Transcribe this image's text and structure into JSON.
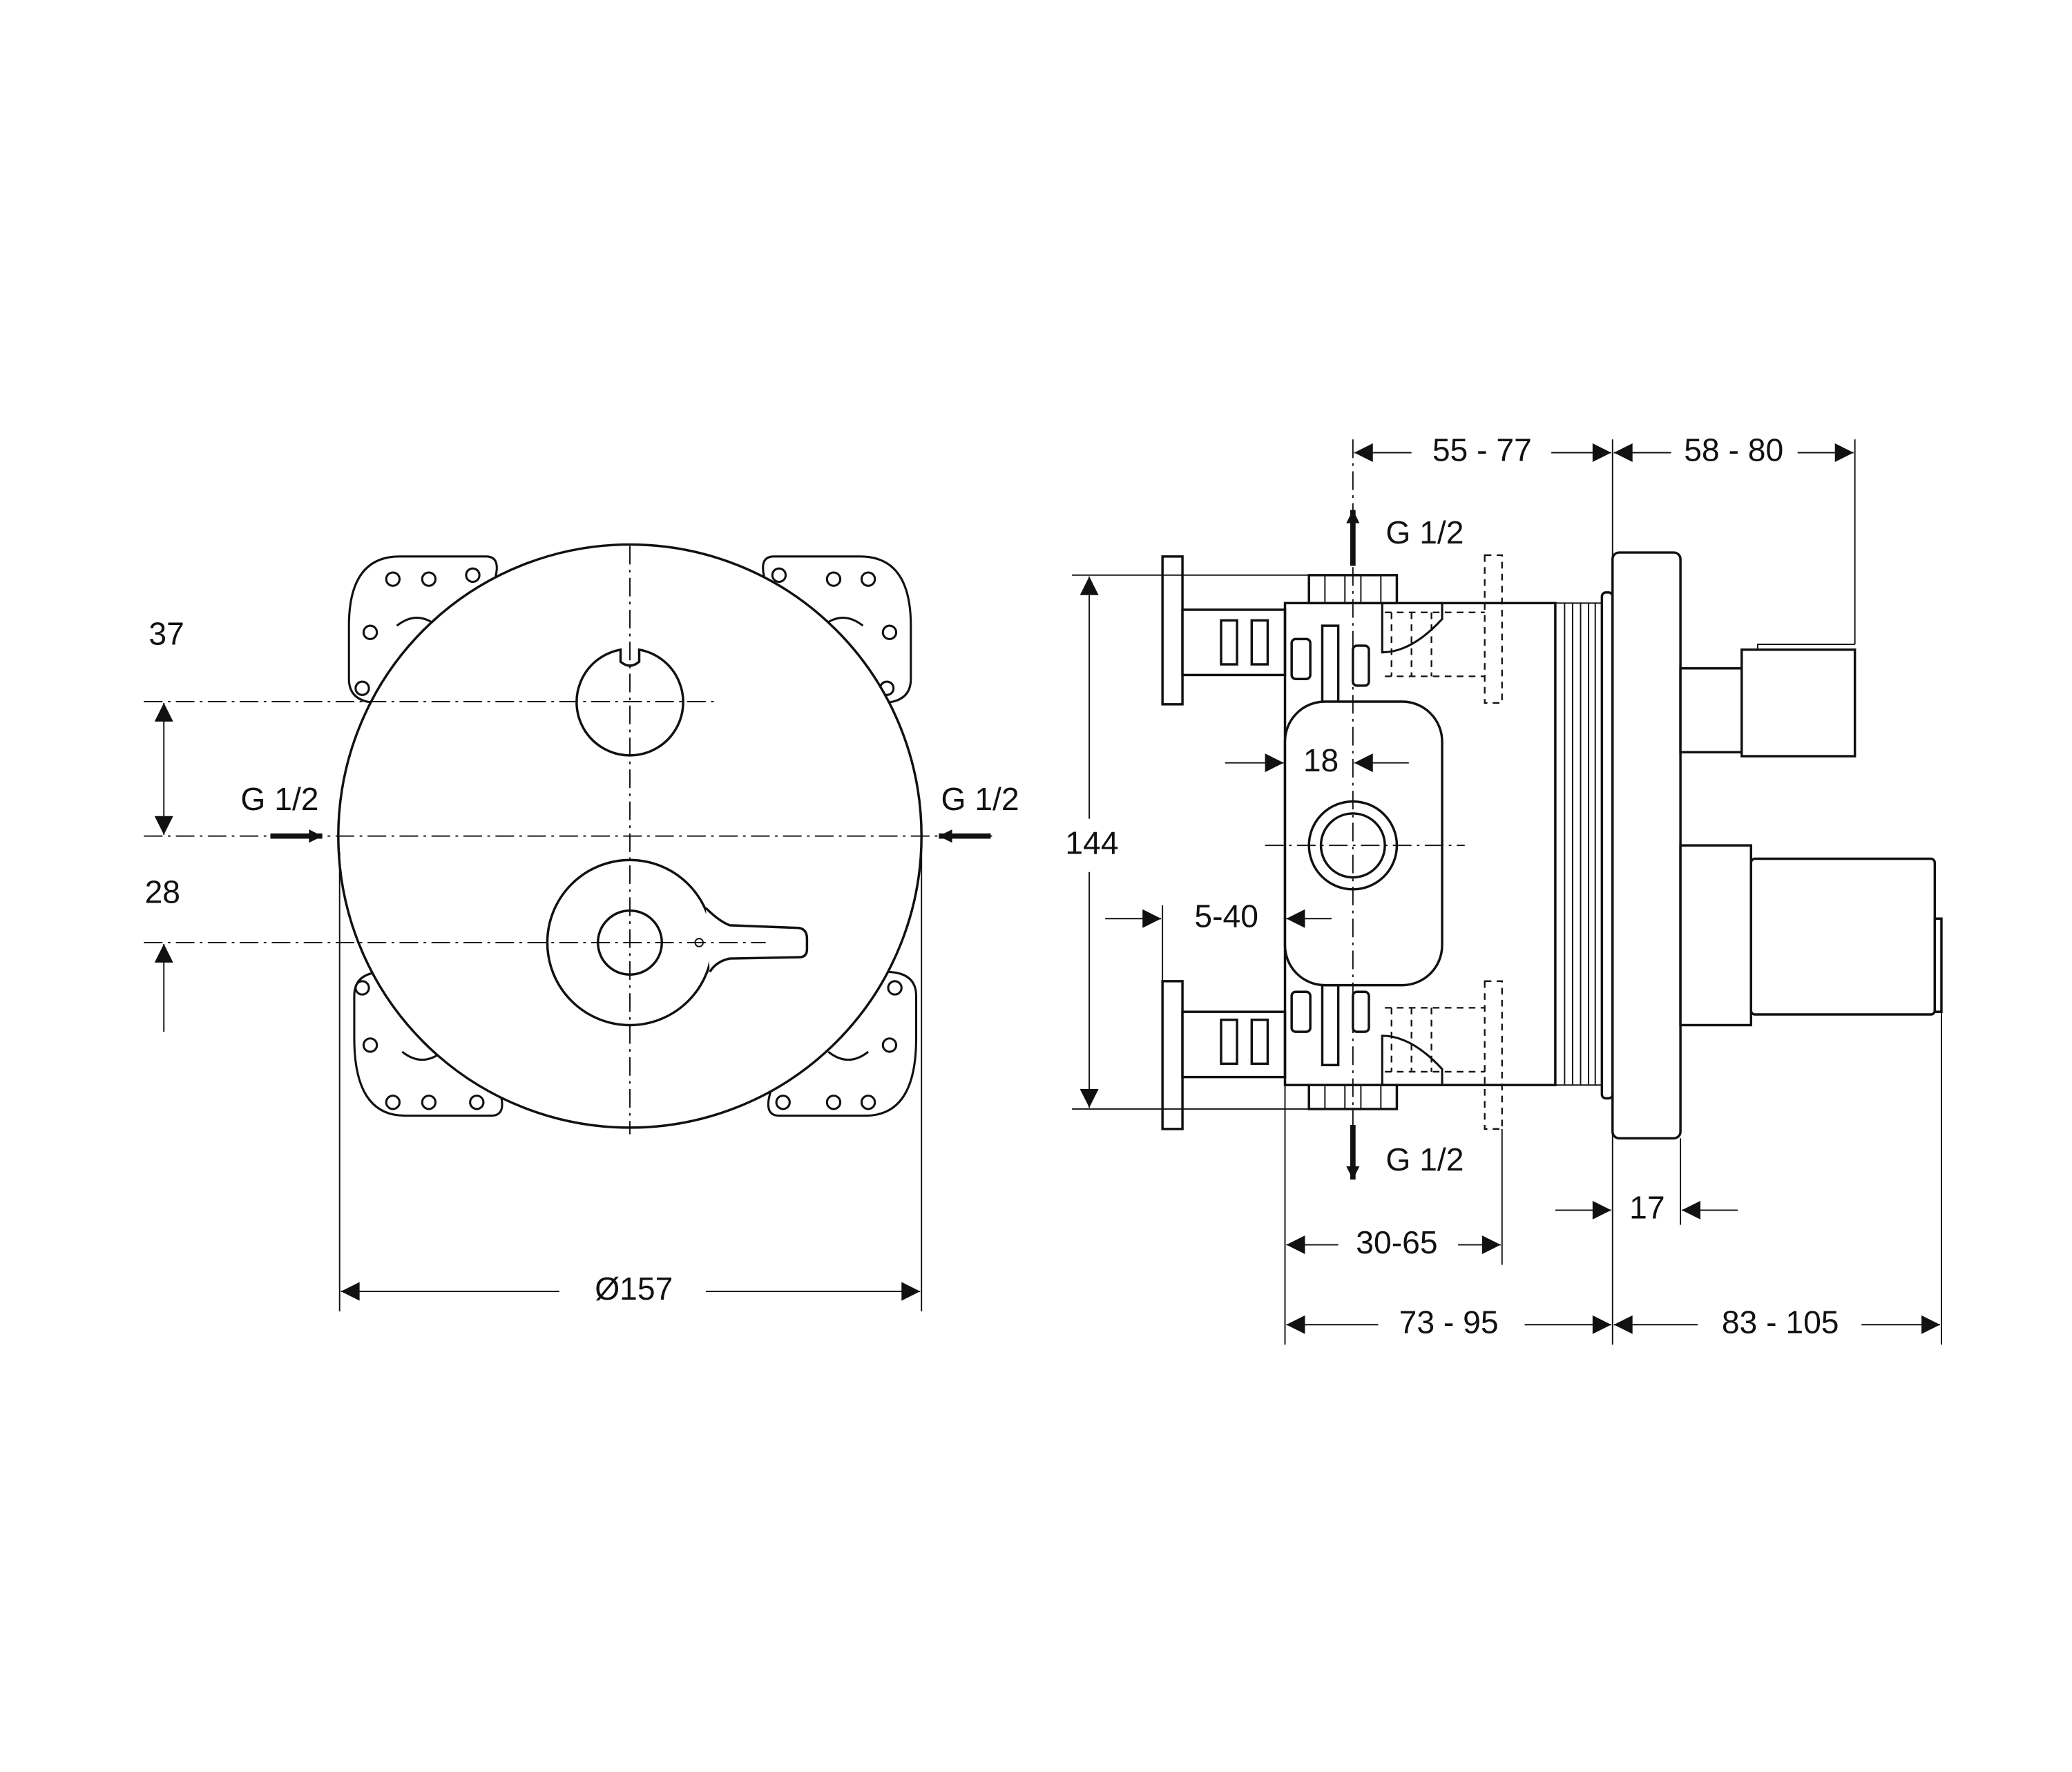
{
  "drawing": {
    "front_view": {
      "dim_top_offset": "37",
      "dim_bottom_offset": "28",
      "inlet_left": "G 1/2",
      "inlet_right": "G 1/2",
      "diameter": "Ø157"
    },
    "side_view": {
      "dim_depth_outlet": "55 - 77",
      "dim_handle_projection": "58 - 80",
      "outlet_top": "G 1/2",
      "outlet_bottom": "G 1/2",
      "height": "144",
      "dim_18": "18",
      "dim_5_40": "5-40",
      "dim_17": "17",
      "dim_30_65": "30-65",
      "dim_73_95": "73 - 95",
      "dim_83_105": "83 - 105"
    }
  }
}
